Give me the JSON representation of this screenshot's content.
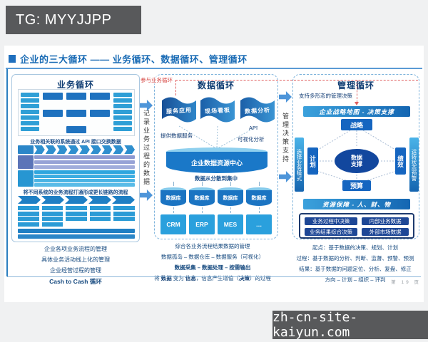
{
  "page": {
    "tg_badge": "TG: MYYJJPP",
    "watermark": "zh-cn-site-kaiyun.com",
    "page_number": "第 19 页"
  },
  "header": {
    "title": "企业的三大循环 —— 业务循环、数据循环、管理循环"
  },
  "business": {
    "title": "业务循环",
    "caption_api": "业务相关联的系统通过 API 接口交换数据",
    "caption_chain": "将不同系统的业务流程打通形成更长链路的流程",
    "notes": [
      "企业各项业务流程的管理",
      "具体业务活动线上化的管理",
      "企业经营过程的管理"
    ],
    "note_bold": "Cash to Cash 循环"
  },
  "gap_left": {
    "annotation": "参与业务循环",
    "label": "记录业务过程的数据"
  },
  "gap_right": {
    "label": "管理决策支持"
  },
  "datacycle": {
    "title": "数据循环",
    "flags": [
      "服务应用",
      "现场看板",
      "数据分析"
    ],
    "provide": "提供数据服务",
    "api": "API",
    "visual": "可视化分析",
    "center": "企业数据资源中心",
    "scatter": "数据从分散到集中",
    "db_label": "数据库",
    "systems": [
      "CRM",
      "ERP",
      "MES",
      "…"
    ],
    "notes": [
      "综合各业务流程结果数据的管理",
      "数据孤岛 – 数据仓库 – 数据服务（可视化）"
    ],
    "note_bold": "数据采集 – 数据处理 – 按需输出",
    "note_mixed": [
      "将 ",
      "数据",
      " 变为 ",
      "信息",
      "，信息产生增值（",
      "决策",
      "）的过程"
    ]
  },
  "management": {
    "title": "管理循环",
    "annotation": "支持多形态的管理决策",
    "banner_strategy": "企业战略地图 - 决策支撑",
    "node_top": "战略",
    "node_left": "计划",
    "node_right": "绩效",
    "node_bottom": "预算",
    "center_line1": "数据",
    "center_line2": "支撑",
    "side_left": "选择业务模式",
    "side_right": "运转状态预警",
    "banner_resource": "资源保障 - 人、财、物",
    "pills": [
      [
        "业务过程中决策",
        "内部业务数据"
      ],
      [
        "业务结果综合决策",
        "外部市场数据"
      ]
    ],
    "notes": [
      "起点：基于数据的决策、规划、计划",
      "过程：基于数据的分析、判断、监督、预警、预测",
      "结果：基于数据的问题定位、分析、复盘、修正",
      "方向 – 计划 – 组织 – 评判"
    ]
  }
}
